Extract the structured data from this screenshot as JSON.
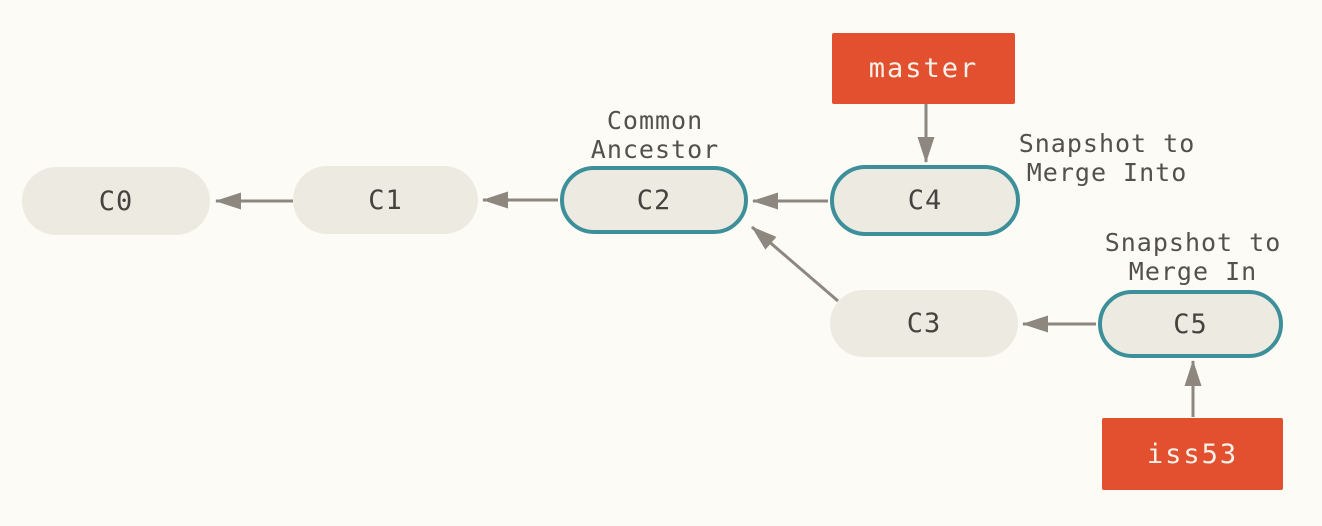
{
  "diagram": {
    "kind": "git-commit-graph",
    "description_visible_text_only": true
  },
  "commits": {
    "c0": {
      "label": "C0",
      "highlighted": false
    },
    "c1": {
      "label": "C1",
      "highlighted": false
    },
    "c2": {
      "label": "C2",
      "highlighted": true
    },
    "c3": {
      "label": "C3",
      "highlighted": false
    },
    "c4": {
      "label": "C4",
      "highlighted": true
    },
    "c5": {
      "label": "C5",
      "highlighted": true
    }
  },
  "branches": {
    "master": {
      "label": "master",
      "points_to": "C4"
    },
    "iss53": {
      "label": "iss53",
      "points_to": "C5"
    }
  },
  "annotations": {
    "common_ancestor": {
      "text": "Common\nAncestor",
      "attached_to": "C2"
    },
    "merge_into": {
      "text": "Snapshot to\nMerge Into",
      "attached_to": "C4"
    },
    "merge_in": {
      "text": "Snapshot to\nMerge In",
      "attached_to": "C5"
    }
  },
  "edges": [
    {
      "from": "C1",
      "to": "C0"
    },
    {
      "from": "C2",
      "to": "C1"
    },
    {
      "from": "C4",
      "to": "C2"
    },
    {
      "from": "C3",
      "to": "C2"
    },
    {
      "from": "C5",
      "to": "C3"
    },
    {
      "from": "master",
      "to": "C4"
    },
    {
      "from": "iss53",
      "to": "C5"
    }
  ],
  "colors": {
    "background": "#fcfbf6",
    "commit_fill": "#edebe1",
    "commit_text": "#45433f",
    "highlight_border": "#3d8f9a",
    "branch_fill": "#e2502f",
    "branch_text": "#f6f2eb",
    "arrow": "#8d8780",
    "annotation_text": "#54514b"
  }
}
